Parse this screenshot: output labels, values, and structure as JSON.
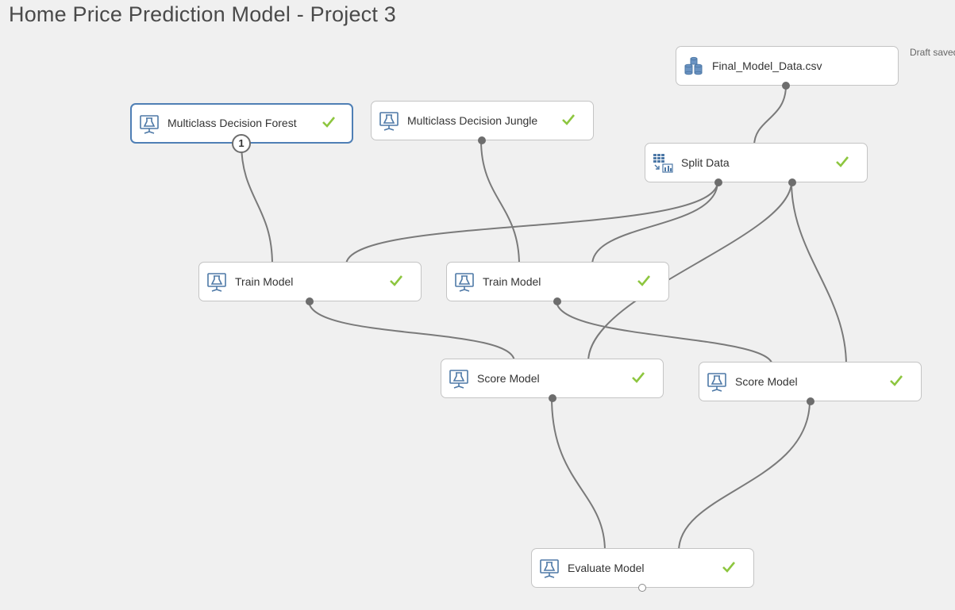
{
  "experiment": {
    "title": "Home Price Prediction Model - Project 3",
    "status": "Draft saved"
  },
  "modules": {
    "forest": {
      "label": "Multiclass Decision Forest",
      "icon": "model-flask-icon",
      "status": "completed",
      "selected": true,
      "badge": "1"
    },
    "jungle": {
      "label": "Multiclass Decision Jungle",
      "icon": "model-flask-icon",
      "status": "completed"
    },
    "dataset": {
      "label": "Final_Model_Data.csv",
      "icon": "dataset-icon"
    },
    "split": {
      "label": "Split Data",
      "icon": "split-data-icon",
      "status": "completed"
    },
    "train1": {
      "label": "Train Model",
      "icon": "model-flask-icon",
      "status": "completed"
    },
    "train2": {
      "label": "Train Model",
      "icon": "model-flask-icon",
      "status": "completed"
    },
    "score1": {
      "label": "Score Model",
      "icon": "model-flask-icon",
      "status": "completed"
    },
    "score2": {
      "label": "Score Model",
      "icon": "model-flask-icon",
      "status": "completed"
    },
    "evaluate": {
      "label": "Evaluate Model",
      "icon": "model-flask-icon",
      "status": "completed"
    }
  },
  "colors": {
    "canvas": "#f0f0f0",
    "node_border": "#c4c4c4",
    "selected_border": "#4f7fb5",
    "check": "#8dc63f",
    "icon": "#4e79a7",
    "edge": "#7a7a7a"
  },
  "connections": [
    {
      "from": "Final_Model_Data.csv",
      "to": "Split Data"
    },
    {
      "from": "Multiclass Decision Forest",
      "to": "Train Model"
    },
    {
      "from": "Multiclass Decision Jungle",
      "to": "Train Model"
    },
    {
      "from": "Split Data",
      "to": "Train Model"
    },
    {
      "from": "Split Data",
      "to": "Train Model"
    },
    {
      "from": "Split Data",
      "to": "Score Model"
    },
    {
      "from": "Split Data",
      "to": "Score Model"
    },
    {
      "from": "Train Model",
      "to": "Score Model"
    },
    {
      "from": "Train Model",
      "to": "Score Model"
    },
    {
      "from": "Score Model",
      "to": "Evaluate Model"
    },
    {
      "from": "Score Model",
      "to": "Evaluate Model"
    }
  ]
}
